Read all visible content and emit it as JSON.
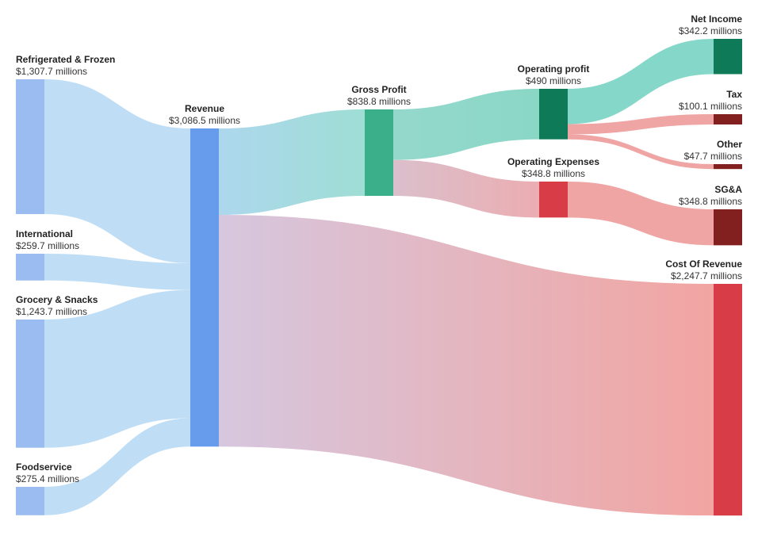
{
  "chart_data": {
    "type": "sankey",
    "unit": "millions",
    "colors": {
      "segment": "#9bbcf0",
      "revenue": "#679cec",
      "profit_light": "#3aaf8a",
      "profit_dark": "#0e7a58",
      "expense": "#d83c46",
      "expense_dark": "#82201f",
      "flow_segment": "#bcdcf6",
      "flow_profit": "#7ed6c6",
      "flow_expense": "#efa0a0",
      "flow_cost_start": "#d4c4dd",
      "flow_cost_end": "#f1a09c"
    },
    "nodes": [
      {
        "id": "refrigerated",
        "name": "Refrigerated & Frozen",
        "value_label": "$1,307.7 millions",
        "value": 1307.7
      },
      {
        "id": "international",
        "name": "International",
        "value_label": "$259.7 millions",
        "value": 259.7
      },
      {
        "id": "grocery",
        "name": "Grocery & Snacks",
        "value_label": "$1,243.7 millions",
        "value": 1243.7
      },
      {
        "id": "foodservice",
        "name": "Foodservice",
        "value_label": "$275.4 millions",
        "value": 275.4
      },
      {
        "id": "revenue",
        "name": "Revenue",
        "value_label": "$3,086.5 millions",
        "value": 3086.5
      },
      {
        "id": "gross_profit",
        "name": "Gross Profit",
        "value_label": "$838.8 millions",
        "value": 838.8
      },
      {
        "id": "cost_of_revenue",
        "name": "Cost Of Revenue",
        "value_label": "$2,247.7 millions",
        "value": 2247.7
      },
      {
        "id": "operating_profit",
        "name": "Operating profit",
        "value_label": "$490 millions",
        "value": 490
      },
      {
        "id": "operating_expenses",
        "name": "Operating Expenses",
        "value_label": "$348.8 millions",
        "value": 348.8
      },
      {
        "id": "net_income",
        "name": "Net Income",
        "value_label": "$342.2 millions",
        "value": 342.2
      },
      {
        "id": "tax",
        "name": "Tax",
        "value_label": "$100.1 millions",
        "value": 100.1
      },
      {
        "id": "other",
        "name": "Other",
        "value_label": "$47.7 millions",
        "value": 47.7
      },
      {
        "id": "sga",
        "name": "SG&A",
        "value_label": "$348.8 millions",
        "value": 348.8
      }
    ],
    "links": [
      {
        "source": "refrigerated",
        "target": "revenue",
        "value": 1307.7
      },
      {
        "source": "international",
        "target": "revenue",
        "value": 259.7
      },
      {
        "source": "grocery",
        "target": "revenue",
        "value": 1243.7
      },
      {
        "source": "foodservice",
        "target": "revenue",
        "value": 275.4
      },
      {
        "source": "revenue",
        "target": "gross_profit",
        "value": 838.8
      },
      {
        "source": "revenue",
        "target": "cost_of_revenue",
        "value": 2247.7
      },
      {
        "source": "gross_profit",
        "target": "operating_profit",
        "value": 490
      },
      {
        "source": "gross_profit",
        "target": "operating_expenses",
        "value": 348.8
      },
      {
        "source": "operating_profit",
        "target": "net_income",
        "value": 342.2
      },
      {
        "source": "operating_profit",
        "target": "tax",
        "value": 100.1
      },
      {
        "source": "operating_profit",
        "target": "other",
        "value": 47.7
      },
      {
        "source": "operating_expenses",
        "target": "sga",
        "value": 348.8
      }
    ]
  }
}
